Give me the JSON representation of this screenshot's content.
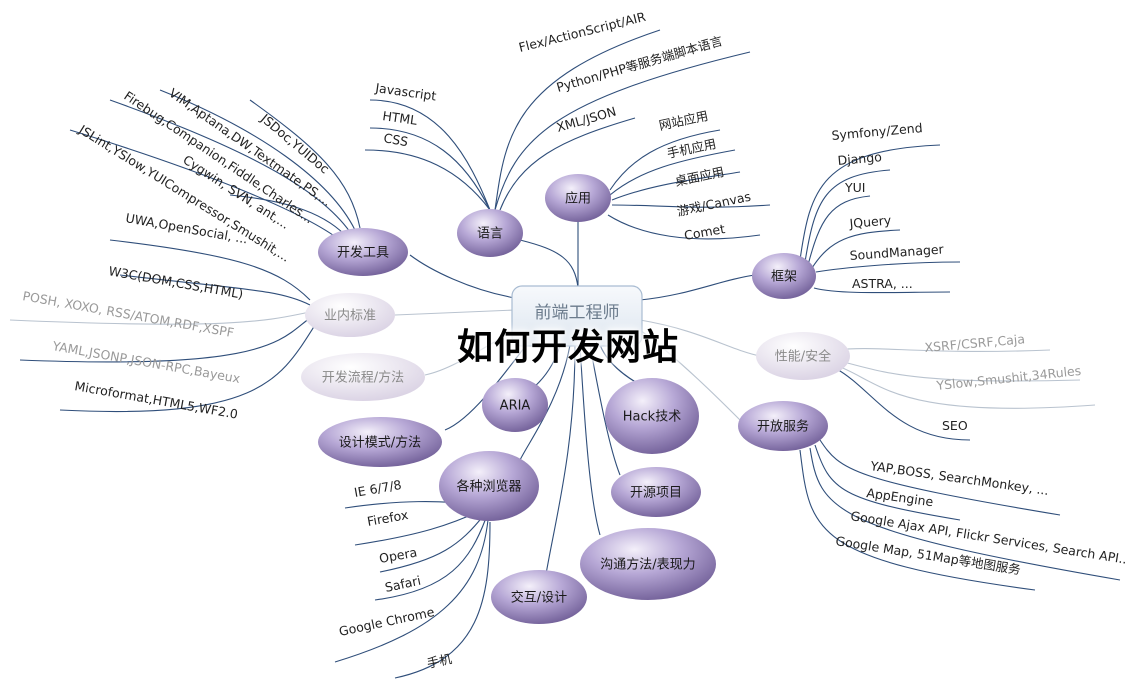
{
  "center": {
    "label": "前端工程师"
  },
  "overlay_title": "如何开发网站",
  "colors": {
    "node_fill": "#a393c7",
    "node_dark": "#7a689f",
    "faded_fill": "#e3dde9",
    "line": "#2f4e7a"
  },
  "branches": {
    "language": {
      "label": "语言",
      "items": [
        "Javascript",
        "HTML",
        "CSS",
        "Flex/ActionScript/AIR",
        "Python/PHP等服务端脚本语言",
        "XML/JSON"
      ]
    },
    "app": {
      "label": "应用",
      "items": [
        "网站应用",
        "手机应用",
        "桌面应用",
        "游戏/Canvas",
        "Comet"
      ]
    },
    "framework": {
      "label": "框架",
      "items": [
        "Symfony/Zend",
        "Django",
        "YUI",
        "JQuery",
        "SoundManager",
        "ASTRA, ..."
      ]
    },
    "performance": {
      "label": "性能/安全",
      "items": [
        "XSRF/CSRF,Caja",
        "YSlow,Smushit,34Rules",
        "SEO"
      ]
    },
    "open_service": {
      "label": "开放服务",
      "items": [
        "YAP,BOSS, SearchMonkey, ...",
        "AppEngine",
        "Google Ajax API, Flickr Services, Search API..",
        "Google Map, 51Map等地图服务"
      ]
    },
    "dev_tools": {
      "label": "开发工具",
      "items": [
        "JSDoc,YUIDoc",
        "VIM,Aptana,DW,Textmate,PS,...",
        "Firebug,Companion,Fiddle,Charles...",
        "Cygwin, SVN, ant,...",
        "JSLint,YSlow,YUICompressor,Smushit,..."
      ]
    },
    "standards": {
      "label": "业内标准",
      "items": [
        "UWA,OpenSocial, ...",
        "W3C(DOM,CSS,HTML)",
        "POSH, XOXO, RSS/ATOM,RDF,XSPF",
        "YAML,JSONP,JSON-RPC,Bayeux",
        "Microformat,HTML5,WF2.0"
      ]
    },
    "dev_process": {
      "label": "开发流程/方法"
    },
    "design_pattern": {
      "label": "设计模式/方法"
    },
    "aria": {
      "label": "ARIA"
    },
    "hack": {
      "label": "Hack技术"
    },
    "open_source": {
      "label": "开源项目"
    },
    "browsers": {
      "label": "各种浏览器",
      "items": [
        "IE 6/7/8",
        "Firefox",
        "Opera",
        "Safari",
        "Google Chrome",
        "手机"
      ]
    },
    "communication": {
      "label": "沟通方法/表现力"
    },
    "interaction": {
      "label": "交互/设计"
    }
  }
}
